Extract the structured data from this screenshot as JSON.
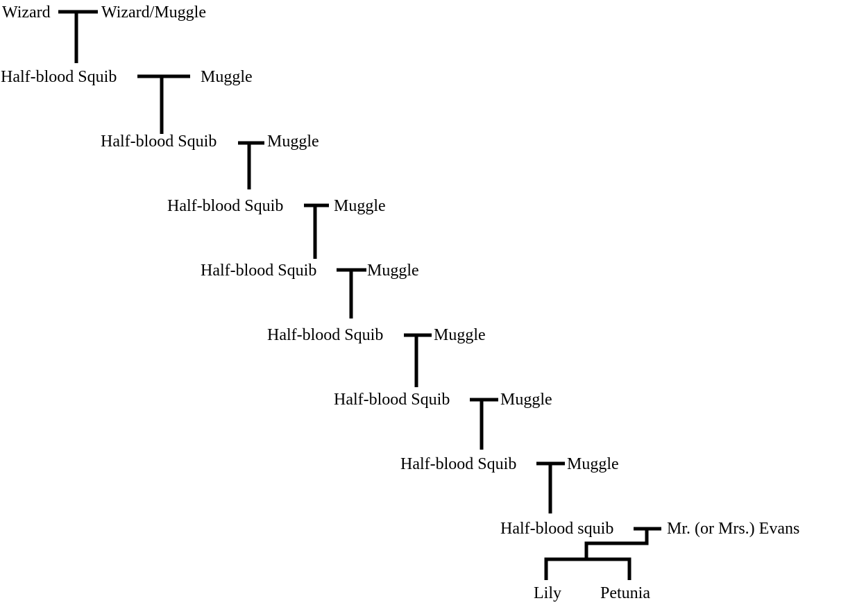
{
  "tree": {
    "row0": {
      "left": "Wizard",
      "right": "Wizard/Muggle"
    },
    "generations": [
      {
        "left": "Half-blood Squib",
        "right": "Muggle"
      },
      {
        "left": "Half-blood Squib",
        "right": "Muggle"
      },
      {
        "left": "Half-blood Squib",
        "right": "Muggle"
      },
      {
        "left": "Half-blood Squib",
        "right": "Muggle"
      },
      {
        "left": "Half-blood Squib",
        "right": "Muggle"
      },
      {
        "left": "Half-blood Squib",
        "right": "Muggle"
      },
      {
        "left": "Half-blood Squib",
        "right": "Muggle"
      },
      {
        "left": "Half-blood squib",
        "right": "Mr. (or Mrs.) Evans"
      }
    ],
    "children": [
      "Lily",
      "Petunia"
    ]
  }
}
